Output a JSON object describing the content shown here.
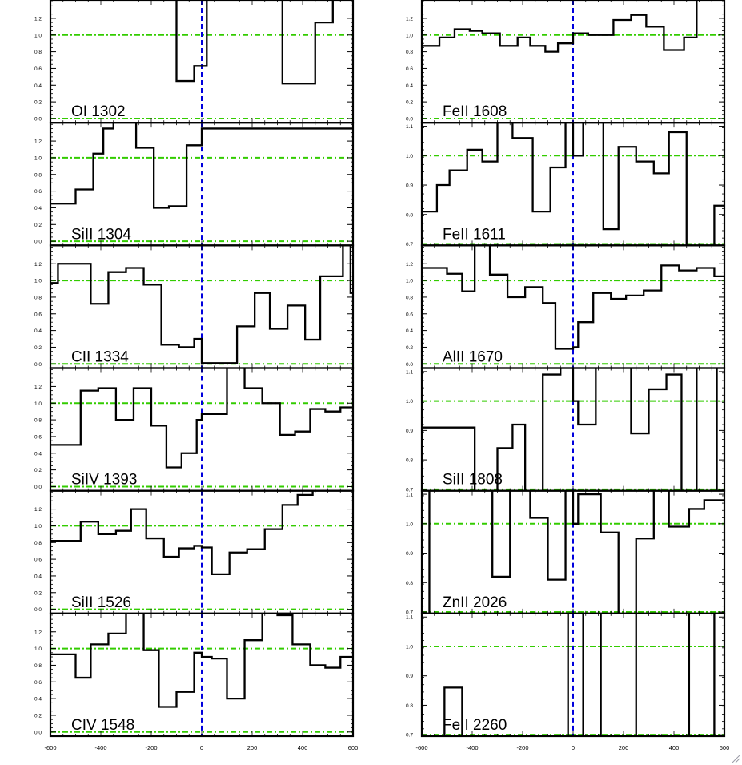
{
  "figure": {
    "x_ticks": [
      "-600",
      "-400",
      "-200",
      "0",
      "200",
      "400",
      "600"
    ],
    "colors": {
      "continuum": "#33cc00",
      "zero_velocity": "#0000dd",
      "spectrum": "#000000"
    }
  },
  "chart_data": [
    {
      "type": "line",
      "label": "OI 1302",
      "column": "left",
      "ylim": [
        -0.05,
        1.42
      ],
      "yticks": [
        "0.0",
        "0.2",
        "0.4",
        "0.6",
        "0.8",
        "1.0",
        "1.2"
      ],
      "ytick_values": [
        0,
        0.2,
        0.4,
        0.6,
        0.8,
        1.0,
        1.2
      ],
      "continuum_levels": [
        0,
        1
      ],
      "xlim": [
        -600,
        600
      ],
      "x": [
        -170,
        -100,
        -30,
        20,
        80,
        150,
        230,
        320,
        450,
        520
      ],
      "y": [
        2.0,
        0.45,
        0.63,
        1.55,
        2.0,
        2.0,
        1.55,
        0.42,
        1.15,
        2.0
      ]
    },
    {
      "type": "line",
      "label": "SiII 1304",
      "column": "left",
      "ylim": [
        -0.05,
        1.42
      ],
      "yticks": [
        "0.0",
        "0.2",
        "0.4",
        "0.6",
        "0.8",
        "1.0",
        "1.2"
      ],
      "ytick_values": [
        0,
        0.2,
        0.4,
        0.6,
        0.8,
        1.0,
        1.2
      ],
      "continuum_levels": [
        0,
        1
      ],
      "xlim": [
        -600,
        600
      ],
      "x": [
        -600,
        -560,
        -500,
        -430,
        -390,
        -350,
        -260,
        -190,
        -130,
        -60,
        0
      ],
      "y": [
        0.45,
        0.45,
        0.62,
        1.05,
        1.35,
        2.0,
        1.12,
        0.4,
        0.42,
        1.15,
        1.35
      ]
    },
    {
      "type": "line",
      "label": "CII 1334",
      "column": "left",
      "ylim": [
        -0.05,
        1.42
      ],
      "yticks": [
        "0.0",
        "0.2",
        "0.4",
        "0.6",
        "0.8",
        "1.0",
        "1.2"
      ],
      "ytick_values": [
        0,
        0.2,
        0.4,
        0.6,
        0.8,
        1.0,
        1.2
      ],
      "continuum_levels": [
        0,
        1
      ],
      "xlim": [
        -600,
        600
      ],
      "x": [
        -600,
        -570,
        -510,
        -440,
        -370,
        -300,
        -230,
        -160,
        -90,
        -30,
        0,
        70,
        140,
        210,
        270,
        340,
        410,
        470,
        560,
        590
      ],
      "y": [
        0.97,
        1.2,
        1.2,
        0.72,
        1.1,
        1.15,
        0.95,
        0.23,
        0.2,
        0.3,
        0.01,
        0.01,
        0.45,
        0.85,
        0.42,
        0.7,
        0.29,
        1.05,
        1.65,
        0.85
      ]
    },
    {
      "type": "line",
      "label": "SiIV 1393",
      "column": "left",
      "ylim": [
        -0.05,
        1.42
      ],
      "yticks": [
        "0.0",
        "0.2",
        "0.4",
        "0.6",
        "0.8",
        "1.0",
        "1.2"
      ],
      "ytick_values": [
        0,
        0.2,
        0.4,
        0.6,
        0.8,
        1.0,
        1.2
      ],
      "continuum_levels": [
        0,
        1
      ],
      "xlim": [
        -600,
        600
      ],
      "x": [
        -600,
        -540,
        -480,
        -410,
        -340,
        -270,
        -200,
        -140,
        -80,
        -20,
        0,
        40,
        100,
        170,
        240,
        310,
        370,
        430,
        490,
        550
      ],
      "y": [
        0.5,
        0.5,
        1.15,
        1.18,
        0.8,
        1.18,
        0.73,
        0.23,
        0.4,
        0.8,
        0.87,
        0.87,
        1.45,
        1.18,
        1.0,
        0.62,
        0.66,
        0.93,
        0.9,
        0.95
      ]
    },
    {
      "type": "line",
      "label": "SiII 1526",
      "column": "left",
      "ylim": [
        -0.05,
        1.42
      ],
      "yticks": [
        "0.0",
        "0.2",
        "0.4",
        "0.6",
        "0.8",
        "1.0",
        "1.2"
      ],
      "ytick_values": [
        0,
        0.2,
        0.4,
        0.6,
        0.8,
        1.0,
        1.2
      ],
      "continuum_levels": [
        0,
        1
      ],
      "xlim": [
        -600,
        600
      ],
      "x": [
        -600,
        -540,
        -480,
        -410,
        -340,
        -280,
        -220,
        -150,
        -90,
        -30,
        0,
        40,
        110,
        180,
        250,
        320,
        380,
        440,
        500
      ],
      "y": [
        0.82,
        0.82,
        1.05,
        0.9,
        0.94,
        1.2,
        0.85,
        0.63,
        0.73,
        0.76,
        0.74,
        0.42,
        0.68,
        0.72,
        0.96,
        1.25,
        1.37,
        1.46,
        1.7
      ]
    },
    {
      "type": "line",
      "label": "CIV 1548",
      "column": "left",
      "ylim": [
        -0.05,
        1.42
      ],
      "yticks": [
        "0.0",
        "0.2",
        "0.4",
        "0.6",
        "0.8",
        "1.0",
        "1.2"
      ],
      "ytick_values": [
        0,
        0.2,
        0.4,
        0.6,
        0.8,
        1.0,
        1.2
      ],
      "continuum_levels": [
        0,
        1
      ],
      "xlim": [
        -600,
        600
      ],
      "x": [
        -600,
        -560,
        -500,
        -440,
        -370,
        -300,
        -230,
        -170,
        -100,
        -30,
        0,
        40,
        100,
        170,
        240,
        300,
        360,
        430,
        490,
        550
      ],
      "y": [
        0.93,
        0.93,
        0.65,
        1.05,
        1.18,
        1.6,
        0.98,
        0.3,
        0.48,
        0.95,
        0.9,
        0.88,
        0.4,
        1.1,
        1.6,
        1.4,
        1.05,
        0.8,
        0.77,
        0.9
      ]
    },
    {
      "type": "line",
      "label": "FeII 1608",
      "column": "right",
      "ylim": [
        -0.05,
        1.42
      ],
      "yticks": [
        "0.0",
        "0.2",
        "0.4",
        "0.6",
        "0.8",
        "1.0",
        "1.2"
      ],
      "ytick_values": [
        0,
        0.2,
        0.4,
        0.6,
        0.8,
        1.0,
        1.2
      ],
      "continuum_levels": [
        0,
        1
      ],
      "xlim": [
        -600,
        600
      ],
      "x": [
        -600,
        -570,
        -530,
        -470,
        -410,
        -360,
        -290,
        -220,
        -170,
        -110,
        -60,
        0,
        60,
        160,
        230,
        290,
        360,
        440,
        490,
        560
      ],
      "y": [
        0.87,
        0.87,
        0.97,
        1.07,
        1.05,
        1.02,
        0.87,
        0.97,
        0.87,
        0.8,
        0.9,
        1.02,
        1.0,
        1.18,
        1.24,
        1.1,
        0.82,
        0.97,
        1.55,
        2.0
      ]
    },
    {
      "type": "line",
      "label": "FeII 1611",
      "column": "right",
      "ylim": [
        0.695,
        1.112
      ],
      "yticks": [
        "0.7",
        "0.8",
        "0.9",
        "1.0",
        "1.1"
      ],
      "ytick_values": [
        0.7,
        0.8,
        0.9,
        1.0,
        1.1
      ],
      "continuum_levels": [
        0.7,
        1.0
      ],
      "xlim": [
        -600,
        600
      ],
      "x": [
        -600,
        -580,
        -540,
        -490,
        -420,
        -360,
        -300,
        -240,
        -160,
        -90,
        -30,
        0,
        40,
        120,
        180,
        250,
        320,
        380,
        450,
        520,
        560,
        590
      ],
      "y": [
        0.81,
        0.81,
        0.9,
        0.95,
        1.02,
        0.98,
        1.15,
        1.06,
        0.81,
        0.96,
        1.15,
        1.0,
        1.15,
        0.75,
        1.03,
        0.98,
        0.94,
        1.08,
        0.55,
        0.55,
        0.83,
        0.83
      ]
    },
    {
      "type": "line",
      "label": "AlII 1670",
      "column": "right",
      "ylim": [
        -0.05,
        1.42
      ],
      "yticks": [
        "0.0",
        "0.2",
        "0.4",
        "0.6",
        "0.8",
        "1.0",
        "1.2"
      ],
      "ytick_values": [
        0,
        0.2,
        0.4,
        0.6,
        0.8,
        1.0,
        1.2
      ],
      "continuum_levels": [
        0,
        1
      ],
      "xlim": [
        -600,
        600
      ],
      "x": [
        -600,
        -560,
        -500,
        -440,
        -390,
        -330,
        -260,
        -190,
        -120,
        -70,
        0,
        20,
        80,
        150,
        210,
        280,
        350,
        420,
        490,
        560
      ],
      "y": [
        1.15,
        1.15,
        1.08,
        0.87,
        1.45,
        1.07,
        0.8,
        0.92,
        0.73,
        0.18,
        0.2,
        0.5,
        0.85,
        0.78,
        0.82,
        0.88,
        1.18,
        1.12,
        1.15,
        1.05
      ]
    },
    {
      "type": "line",
      "label": "SiII 1808",
      "column": "right",
      "ylim": [
        0.695,
        1.112
      ],
      "yticks": [
        "0.7",
        "0.8",
        "0.9",
        "1.0",
        "1.1"
      ],
      "ytick_values": [
        0.7,
        0.8,
        0.9,
        1.0,
        1.1
      ],
      "continuum_levels": [
        0.7,
        1.0
      ],
      "xlim": [
        -600,
        600
      ],
      "x": [
        -600,
        -570,
        -390,
        -300,
        -240,
        -190,
        -120,
        -50,
        0,
        20,
        90,
        230,
        300,
        370,
        430,
        490,
        570
      ],
      "y": [
        0.91,
        0.91,
        0.6,
        0.84,
        0.92,
        0.5,
        1.09,
        1.12,
        1.0,
        0.92,
        1.14,
        0.89,
        1.04,
        1.09,
        0.5,
        1.2,
        0.5
      ]
    },
    {
      "type": "line",
      "label": "ZnII 2026",
      "column": "right",
      "ylim": [
        0.695,
        1.112
      ],
      "yticks": [
        "0.7",
        "0.8",
        "0.9",
        "1.0",
        "1.1"
      ],
      "ytick_values": [
        0.7,
        0.8,
        0.9,
        1.0,
        1.1
      ],
      "continuum_levels": [
        0.7,
        1.0
      ],
      "xlim": [
        -600,
        600
      ],
      "x": [
        -600,
        -570,
        -320,
        -250,
        -170,
        -100,
        -30,
        0,
        20,
        110,
        180,
        250,
        320,
        380,
        460,
        520
      ],
      "y": [
        0.5,
        1.25,
        0.82,
        1.25,
        1.02,
        0.81,
        1.2,
        1.0,
        1.1,
        0.97,
        0.45,
        0.95,
        1.12,
        0.99,
        1.05,
        1.08
      ]
    },
    {
      "type": "line",
      "label": "FeII 2260",
      "column": "right",
      "ylim": [
        0.695,
        1.112
      ],
      "yticks": [
        "0.7",
        "0.8",
        "0.9",
        "1.0",
        "1.1"
      ],
      "ytick_values": [
        0.7,
        0.8,
        0.9,
        1.0,
        1.1
      ],
      "continuum_levels": [
        0.7,
        1.0
      ],
      "xlim": [
        -600,
        600
      ],
      "x": [
        -600,
        -510,
        -440,
        -20,
        40,
        110,
        250,
        460,
        560
      ],
      "y": [
        0.5,
        0.86,
        0.5,
        1.25,
        0.5,
        1.25,
        0.5,
        1.25,
        0.5
      ]
    }
  ]
}
